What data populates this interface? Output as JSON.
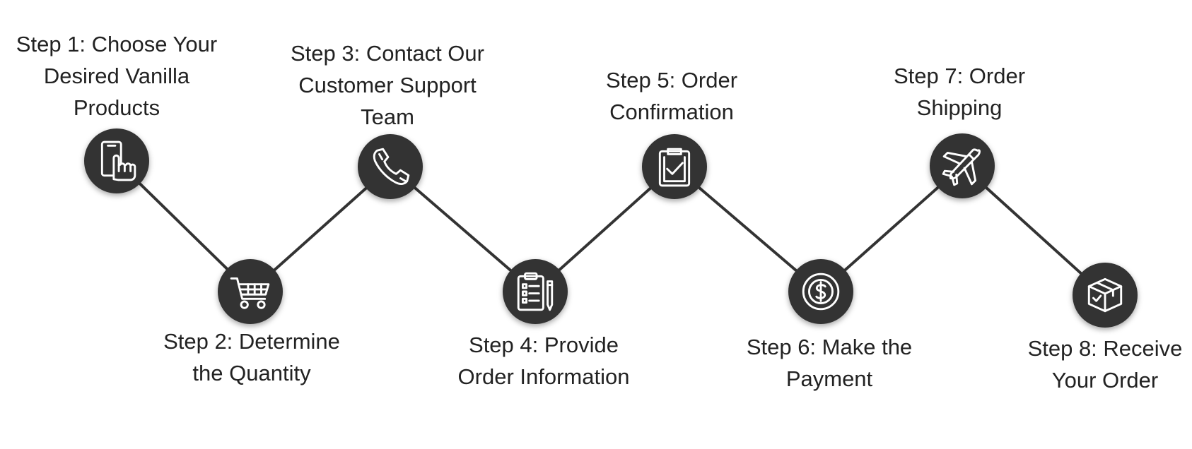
{
  "diagram": {
    "line_color": "#333333",
    "node_color": "#333333",
    "icon_color": "#ffffff",
    "steps": [
      {
        "lines": [
          "Step 1: Choose Your",
          "Desired Vanilla",
          "Products"
        ],
        "icon": "tablet-tap-icon"
      },
      {
        "lines": [
          "Step 2: Determine",
          "the Quantity"
        ],
        "icon": "shopping-cart-icon"
      },
      {
        "lines": [
          "Step 3: Contact Our",
          "Customer Support",
          "Team"
        ],
        "icon": "phone-icon"
      },
      {
        "lines": [
          "Step 4: Provide",
          "Order Information"
        ],
        "icon": "clipboard-list-pencil-icon"
      },
      {
        "lines": [
          "Step 5: Order",
          "Confirmation"
        ],
        "icon": "clipboard-check-icon"
      },
      {
        "lines": [
          "Step 6: Make the",
          "Payment"
        ],
        "icon": "dollar-coin-icon"
      },
      {
        "lines": [
          "Step 7: Order",
          "Shipping"
        ],
        "icon": "airplane-icon"
      },
      {
        "lines": [
          "Step 8: Receive",
          "Your Order"
        ],
        "icon": "package-box-icon"
      }
    ]
  }
}
